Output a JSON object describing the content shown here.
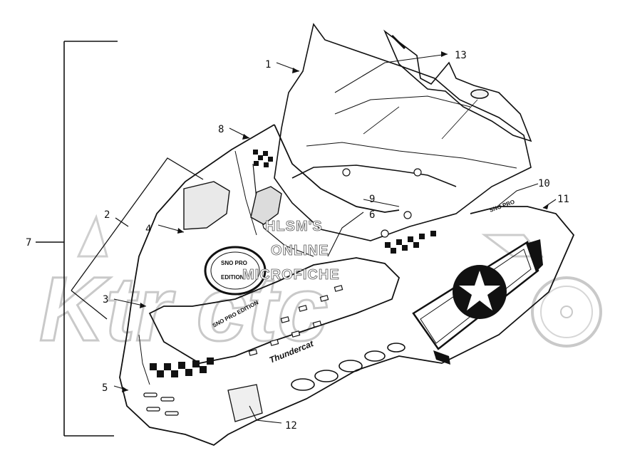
{
  "diagram": {
    "callouts": [
      {
        "id": "1",
        "label": "1"
      },
      {
        "id": "2",
        "label": "2"
      },
      {
        "id": "3",
        "label": "3"
      },
      {
        "id": "4",
        "label": "4"
      },
      {
        "id": "5",
        "label": "5"
      },
      {
        "id": "6",
        "label": "6"
      },
      {
        "id": "7",
        "label": "7"
      },
      {
        "id": "8",
        "label": "8"
      },
      {
        "id": "9",
        "label": "9"
      },
      {
        "id": "10",
        "label": "10"
      },
      {
        "id": "11",
        "label": "11"
      },
      {
        "id": "12",
        "label": "12"
      },
      {
        "id": "13",
        "label": "13"
      }
    ],
    "watermark": {
      "line1": "HLSM'S",
      "line2": "ONLINE",
      "line3": "MICROFICHE",
      "logo": "Ktr ctc"
    },
    "decals": {
      "badge_top": "SNO PRO",
      "badge_bottom": "EDITION",
      "hood_stripe": "SNO PRO EDITION",
      "side_badge": "SNO PRO",
      "hood_script": "Thundercat"
    },
    "colors": {
      "ink": "#111111",
      "watermark": "#c9c9c9",
      "paper": "#ffffff"
    }
  }
}
